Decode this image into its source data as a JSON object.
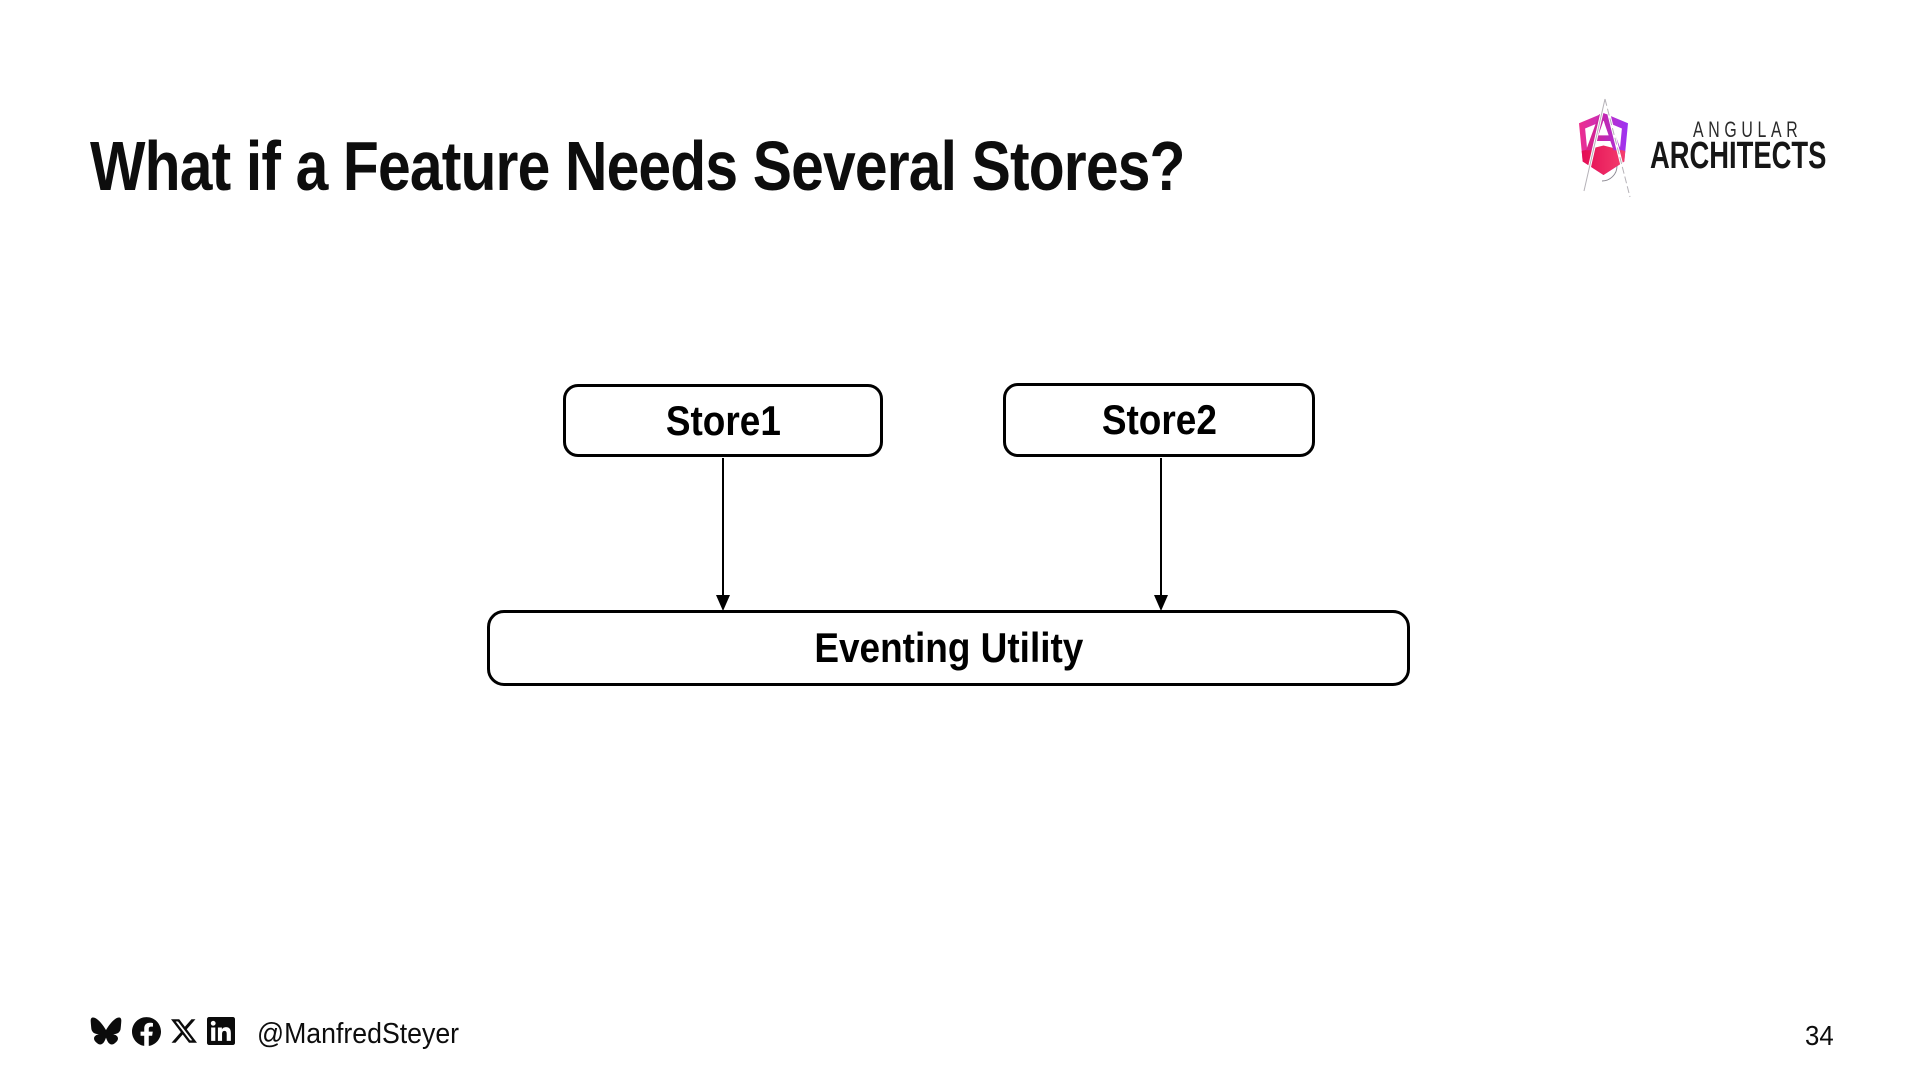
{
  "slide": {
    "title": "What if a Feature Needs Several Stores?",
    "page_number": "34",
    "background_color": "#ffffff",
    "text_color": "#0d0d0d"
  },
  "logo": {
    "line1": "ANGULAR",
    "line2": "ARCHITECTS",
    "mark": "angular-shield-a-mark",
    "colors": {
      "pink": "#ee2d8c",
      "purple": "#9b32f3",
      "magenta": "#e0217c",
      "crimson_left": "#e40e55",
      "crimson_right": "#f43f6e"
    }
  },
  "diagram": {
    "nodes": [
      {
        "id": "store1",
        "label": "Store1"
      },
      {
        "id": "store2",
        "label": "Store2"
      },
      {
        "id": "eventing-utility",
        "label": "Eventing Utility"
      }
    ],
    "edges": [
      {
        "from": "store1",
        "to": "eventing-utility",
        "style": "arrow-down"
      },
      {
        "from": "store2",
        "to": "eventing-utility",
        "style": "arrow-down"
      }
    ],
    "line_color": "#000000",
    "box_background": "#ffffff"
  },
  "footer": {
    "handle": "@ManfredSteyer",
    "icons": [
      {
        "name": "bluesky-icon"
      },
      {
        "name": "facebook-icon"
      },
      {
        "name": "x-icon"
      },
      {
        "name": "linkedin-icon"
      }
    ]
  }
}
